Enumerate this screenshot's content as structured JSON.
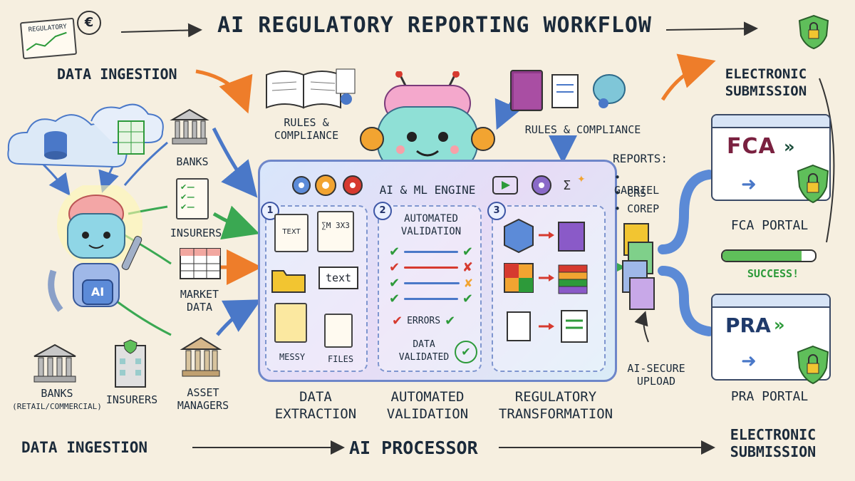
{
  "title": "AI REGULATORY REPORTING WORKFLOW",
  "top_left_doc": "REGULATORY",
  "currency_symbol": "€",
  "ingestion": {
    "header": "DATA INGESTION",
    "sources_right": [
      "BANKS",
      "INSURERS",
      "MARKET DATA"
    ],
    "sources_bottom": [
      "BANKS",
      "(RETAIL/COMMERCIAL)",
      "INSURERS",
      "ASSET MANAGERS"
    ]
  },
  "robot_badge": "AI",
  "rules_left": "RULES & COMPLIANCE",
  "rules_right": "RULES & COMPLIANCE",
  "engine": {
    "label": "AI & ML ENGINE",
    "stages": [
      {
        "num": "1",
        "caption": "DATA EXTRACTION",
        "doc1": "TEXT",
        "doc2": "∑M 3X3",
        "center": "text",
        "messy": "MESSY",
        "files": "FILES"
      },
      {
        "num": "2",
        "title": "AUTOMATED VALIDATION",
        "caption": "AUTOMATED VALIDATION",
        "errors": "ERRORS",
        "validated": "DATA VALIDATED"
      },
      {
        "num": "3",
        "caption": "REGULATORY TRANSFORMATION"
      }
    ]
  },
  "reports": {
    "header": "REPORTS:",
    "items": [
      "GABRIEL",
      "CRS",
      "COREP"
    ]
  },
  "upload_label": "AI-SECURE UPLOAD",
  "submission": {
    "header": "ELECTRONIC SUBMISSION",
    "fca_logo": "FCA",
    "fca_portal": "FCA PORTAL",
    "success": "SUCCESS!",
    "success_progress": 0.85,
    "pra_logo": "PRA",
    "pra_portal": "PRA PORTAL"
  },
  "bottom_flow": [
    "DATA INGESTION",
    "AI PROCESSOR",
    "ELECTRONIC SUBMISSION"
  ],
  "colors": {
    "accent_blue": "#4a78c8",
    "orange": "#ee7d2a",
    "green": "#2d9a3a",
    "fca": "#7a2140",
    "pra": "#1f3a6b"
  }
}
